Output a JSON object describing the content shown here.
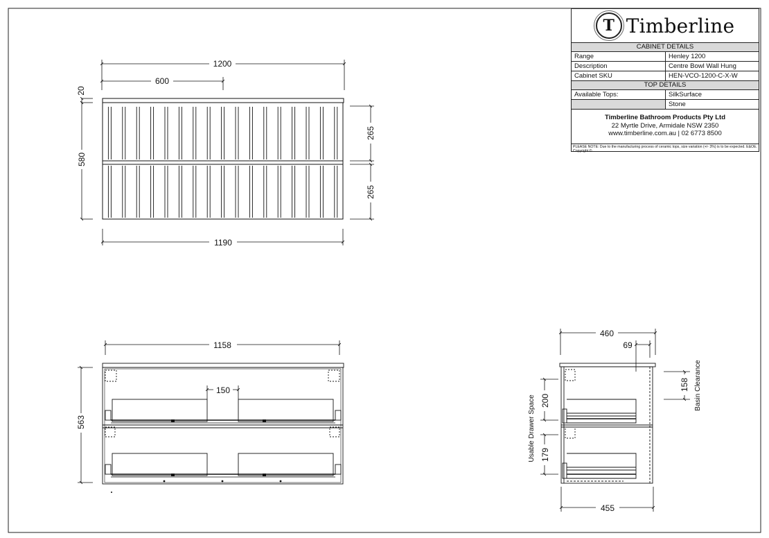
{
  "titleblock": {
    "brand": "Timberline",
    "monogram": "T",
    "cabinet_header": "CABINET DETAILS",
    "range_label": "Range",
    "range_value": "Henley 1200",
    "description_label": "Description",
    "description_value": "Centre Bowl Wall Hung",
    "sku_label": "Cabinet SKU",
    "sku_value": "HEN-VCO-1200-C-X-W",
    "top_header": "TOP DETAILS",
    "tops_label": "Available Tops:",
    "tops": [
      "SilkSurface",
      "Stone"
    ],
    "company_name": "Timberline Bathroom Products Pty Ltd",
    "address": "22 Myrtle Drive, Armidale NSW 2350",
    "contact": "www.timberline.com.au  |  02 6773 8500",
    "note": "PLEASE NOTE: Due to the manufacturing process of ceramic tops, size variation (+/- 3%) is to be expected. E&OE. Copyright ©"
  },
  "front_view": {
    "overall_width": "1200",
    "half_width": "600",
    "top_thickness": "20",
    "height": "580",
    "drawer_top": "265",
    "drawer_bottom": "265",
    "body_width": "1190"
  },
  "internal_view": {
    "internal_width": "1158",
    "cutout": "150",
    "internal_height": "563"
  },
  "side_view": {
    "depth": "460",
    "offset": "69",
    "basin_clearance": "158",
    "basin_clearance_label": "Basin Clearance",
    "drawer_space_top": "200",
    "drawer_space_bottom": "179",
    "drawer_space_label": "Usable Drawer Space",
    "bottom_depth": "455"
  }
}
